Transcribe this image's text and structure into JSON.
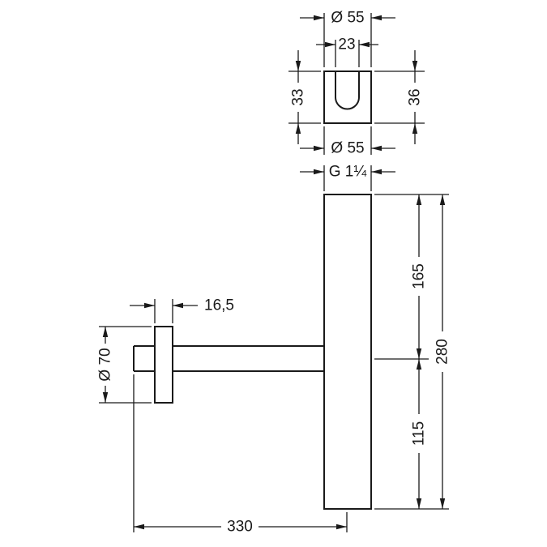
{
  "drawing": {
    "colors": {
      "line": "#1a1a1a",
      "background": "#ffffff"
    },
    "dimensions": {
      "bracket_top_diameter": "Ø 55",
      "bracket_inner_width": "23",
      "bracket_height_left": "33",
      "bracket_height_right": "36",
      "bracket_bottom_diameter": "Ø 55",
      "thread_size": "G 1¼",
      "flange_thickness": "16,5",
      "flange_diameter": "Ø 70",
      "body_upper_height": "165",
      "body_lower_height": "115",
      "body_total_height": "280",
      "pipe_length": "330"
    }
  }
}
